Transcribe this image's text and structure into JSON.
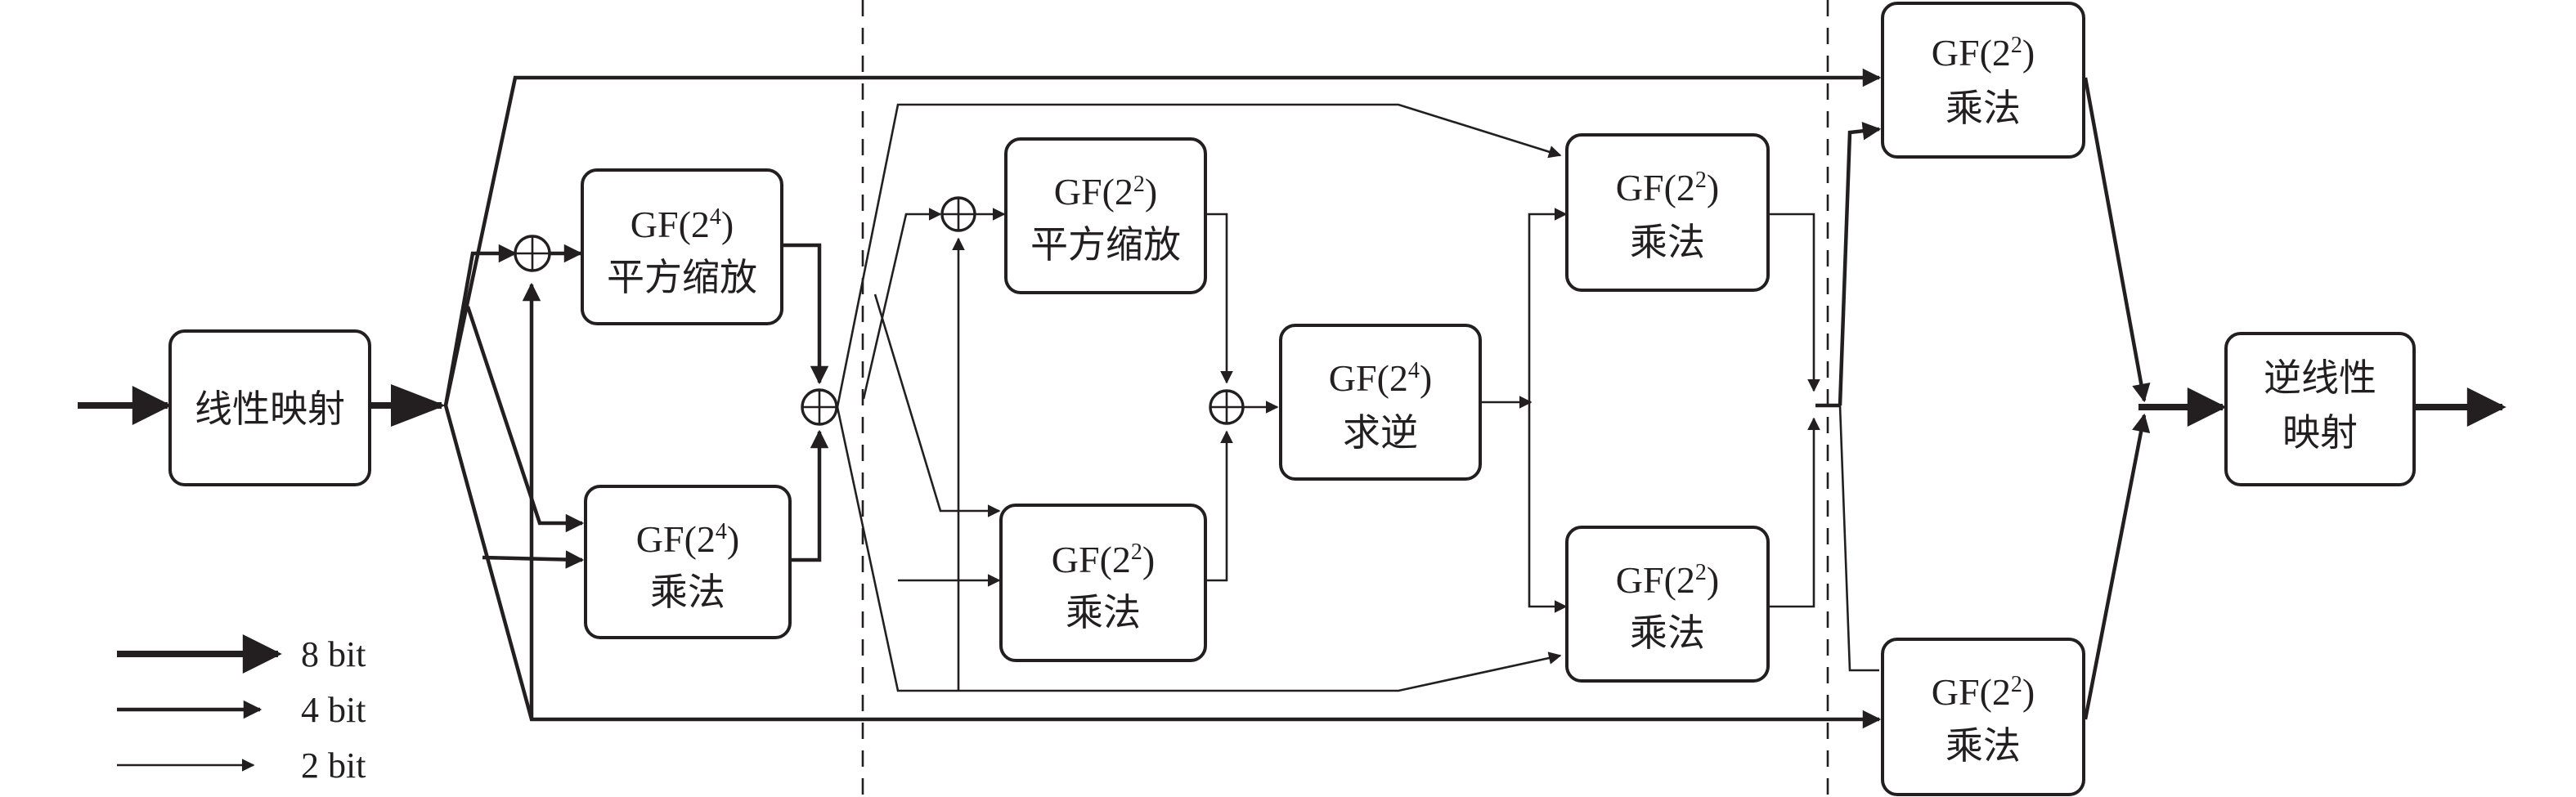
{
  "blocks": {
    "linear_map": {
      "line1": "线性映射"
    },
    "sq_scale_gf24": {
      "line1_prefix": "GF(2",
      "line1_exp": "4",
      "line1_suffix": ")",
      "line2": "平方缩放"
    },
    "mul_gf24": {
      "line1_prefix": "GF(2",
      "line1_exp": "4",
      "line1_suffix": ")",
      "line2": "乘法"
    },
    "sq_scale_gf22": {
      "line1_prefix": "GF(2",
      "line1_exp": "2",
      "line1_suffix": ")",
      "line2": "平方缩放"
    },
    "mul_gf22_inner": {
      "line1_prefix": "GF(2",
      "line1_exp": "2",
      "line1_suffix": ")",
      "line2": "乘法"
    },
    "inv_gf24": {
      "line1_prefix": "GF(2",
      "line1_exp": "4",
      "line1_suffix": ")",
      "line2": "求逆"
    },
    "mul_gf22_right_top": {
      "line1_prefix": "GF(2",
      "line1_exp": "2",
      "line1_suffix": ")",
      "line2": "乘法"
    },
    "mul_gf22_right_bottom": {
      "line1_prefix": "GF(2",
      "line1_exp": "2",
      "line1_suffix": ")",
      "line2": "乘法"
    },
    "mul_gf22_outer_top": {
      "line1_prefix": "GF(2",
      "line1_exp": "2",
      "line1_suffix": ")",
      "line2": "乘法"
    },
    "mul_gf22_outer_bottom": {
      "line1_prefix": "GF(2",
      "line1_exp": "2",
      "line1_suffix": ")",
      "line2": "乘法"
    },
    "inv_linear_map": {
      "line1": "逆线性",
      "line2": "映射"
    }
  },
  "legend": [
    {
      "label": "8 bit"
    },
    {
      "label": "4 bit"
    },
    {
      "label": "2 bit"
    }
  ]
}
